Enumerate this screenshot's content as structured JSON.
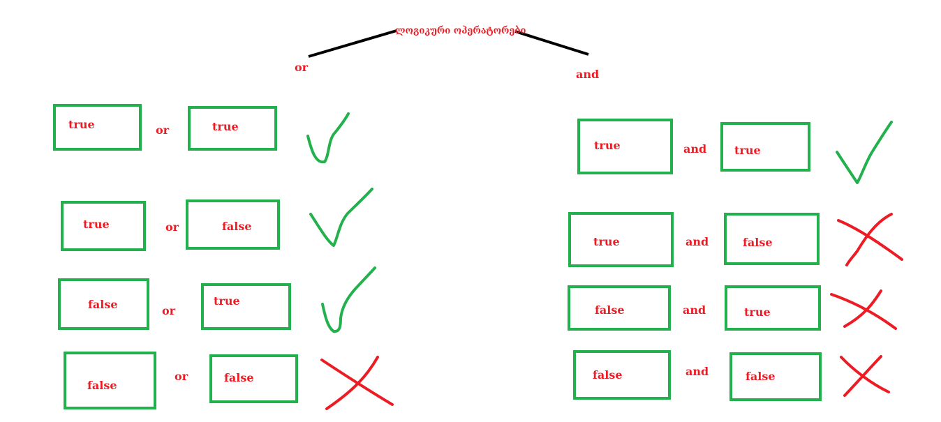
{
  "title": "ლოგიკური ოპერატორები",
  "colors": {
    "box": "#22b14c",
    "text": "#ed1c24",
    "check": "#22b14c",
    "cross": "#ed1c24",
    "line": "#000000"
  },
  "or_section": {
    "header": "or",
    "rows": [
      {
        "left": "true",
        "op": "or",
        "right": "true",
        "result": "check-icon"
      },
      {
        "left": "true",
        "op": "or",
        "right": "false",
        "result": "check-icon"
      },
      {
        "left": "false",
        "op": "or",
        "right": "true",
        "result": "check-icon"
      },
      {
        "left": "false",
        "op": "or",
        "right": "false",
        "result": "cross-icon"
      }
    ]
  },
  "and_section": {
    "header": "and",
    "rows": [
      {
        "left": "true",
        "op": "and",
        "right": "true",
        "result": "check-icon"
      },
      {
        "left": "true",
        "op": "and",
        "right": "false",
        "result": "cross-icon"
      },
      {
        "left": "false",
        "op": "and",
        "right": "true",
        "result": "cross-icon"
      },
      {
        "left": "false",
        "op": "and",
        "right": "false",
        "result": "cross-icon"
      }
    ]
  }
}
